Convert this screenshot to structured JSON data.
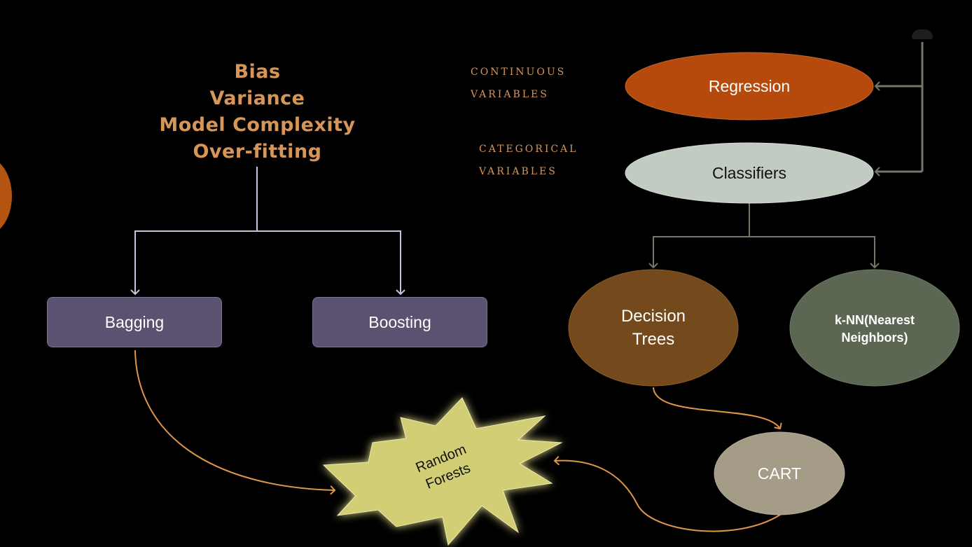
{
  "concepts": [
    "Bias",
    "Variance",
    "Model Complexity",
    "Over-fitting"
  ],
  "variable_labels": {
    "continuous": [
      "continuous",
      "variables"
    ],
    "categorical": [
      "categorical",
      "variables"
    ]
  },
  "nodes": {
    "bagging": "Bagging",
    "boosting": "Boosting",
    "random_forests": [
      "Random",
      "Forests"
    ],
    "regression": "Regression",
    "classifiers": "Classifiers",
    "decision_trees": [
      "Decision",
      "Trees"
    ],
    "knn": [
      "k-NN(Nearest",
      "Neighbors)"
    ],
    "cart": "CART"
  },
  "colors": {
    "background": "#000000",
    "accent_text": "#d6965a",
    "box": "#5b5170",
    "regression": "#b54a0c",
    "classifiers": "#c2cbc2",
    "decision_trees": "#744a1d",
    "knn": "#5c6753",
    "cart": "#a59c88",
    "random_forests": "#d2ce75",
    "connector_light": "#c7c5dd",
    "connector_gray": "#717a69",
    "connector_orange": "#e09648"
  }
}
